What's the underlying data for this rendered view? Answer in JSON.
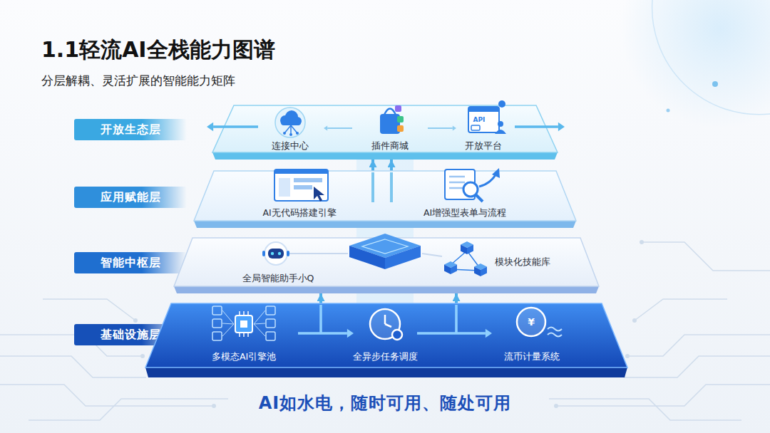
{
  "diagram": {
    "title": "1.1轻流AI全栈能力图谱",
    "caption": "AI如水电，随时可用、随处可用",
    "nodes": [
      {
        "text": [
          "开放生态层"
        ]
      },
      {
        "text": [
          "连接中心",
          "插件商城",
          "开放平台"
        ]
      },
      {
        "text": [
          "应用赋能层"
        ]
      },
      {
        "text": [
          "AI无代码搭建引擎",
          "AI增强型表单与流程"
        ]
      },
      {
        "text": [
          "智能中枢层"
        ]
      },
      {
        "text": [
          "全局智能助手小Q",
          "模块化技能库"
        ]
      },
      {
        "text": [
          "基础设施层"
        ]
      },
      {
        "text": [
          "多模态AI引擎池",
          "全异步任务调度",
          "流币计量系统"
        ]
      }
    ],
    "edges": [
      {
        "from": 3,
        "to": 1,
        "arrow": "to"
      },
      {
        "from": 3,
        "to": 1,
        "arrow": "to"
      },
      {
        "from": 7,
        "to": 5,
        "arrow": "to"
      },
      {
        "from": 7,
        "to": 5,
        "arrow": "to"
      }
    ],
    "labels": [
      "分层解耦、灵活扩展的智能能力矩阵",
      "API",
      "¥"
    ]
  }
}
